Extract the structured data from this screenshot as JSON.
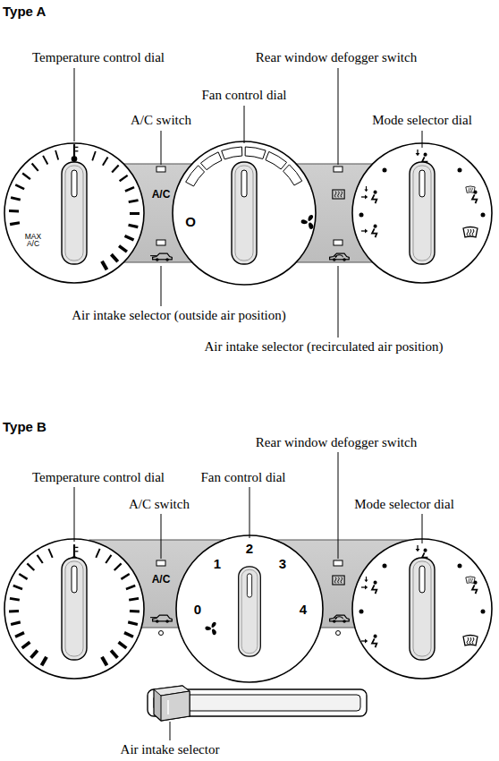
{
  "diagram": {
    "labels": [
      "Type A",
      "Temperature control dial",
      "Rear window defogger switch",
      "Fan control dial",
      "A/C switch",
      "Mode selector dial",
      "A/C",
      "MAX A/C",
      "O",
      "Air intake selector (outside air position)",
      "Air intake selector (recirculated air position)",
      "Type B",
      "Rear window defogger switch",
      "Temperature control dial",
      "Fan control dial",
      "A/C switch",
      "Mode selector dial",
      "A/C",
      "0",
      "1",
      "2",
      "3",
      "4",
      "Air intake selector"
    ]
  }
}
